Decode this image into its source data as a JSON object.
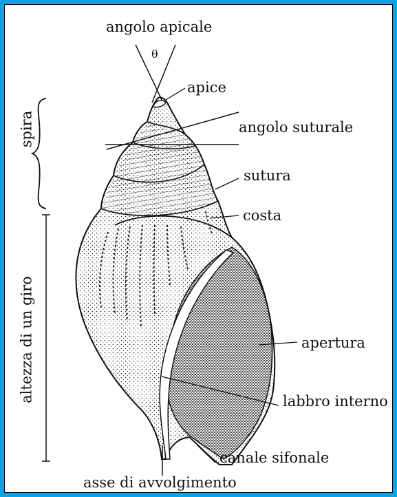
{
  "diagram": {
    "labels": {
      "apical_angle": "angolo apicale",
      "theta": "θ",
      "apex": "apice",
      "sutural_angle": "angolo suturale",
      "suture": "sutura",
      "rib": "costa",
      "aperture": "apertura",
      "inner_lip": "labbro interno",
      "siphonal_canal": "canale sifonale",
      "coiling_axis": "asse di avvolgimento",
      "spire": "spira",
      "whorl_height": "altezza di un giro"
    }
  },
  "colors": {
    "frame": "#0aa3e6",
    "panel": "#ffffff",
    "ink": "#111111"
  }
}
